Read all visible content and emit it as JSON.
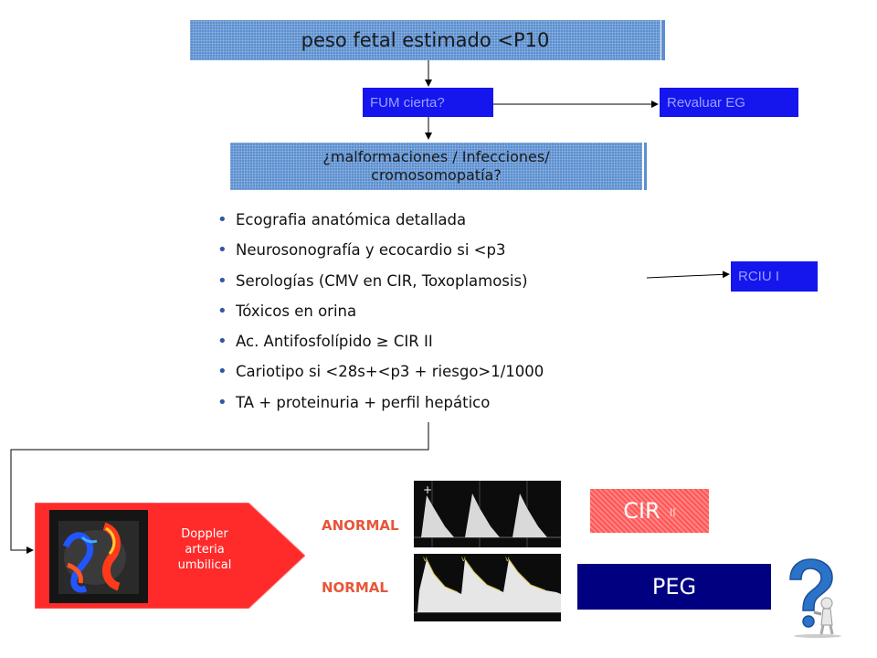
{
  "top_banner": {
    "text": "peso fetal estimado <P10"
  },
  "fum": {
    "text": "FUM cierta?"
  },
  "revaluar": {
    "text": "Revaluar EG"
  },
  "question": {
    "line1": "¿malformaciones / Infecciones/",
    "line2": "cromosomopatía?"
  },
  "bullets": [
    "Ecografia anatómica detallada",
    "Neurosonografía y ecocardio si <p3",
    "Serologías (CMV en CIR, Toxoplamosis)",
    "Tóxicos en orina",
    "Ac. Antifosfolípido ≥ CIR II",
    "Cariotipo si <28s+<p3 + riesgo>1/1000",
    "TA + proteinuria + perfil hepático"
  ],
  "rciu": {
    "text": "RCIU I"
  },
  "doppler": {
    "line1": "Doppler",
    "line2": "arteria",
    "line3": "umbilical"
  },
  "results": {
    "anormal": "ANORMAL",
    "normal": "NORMAL"
  },
  "outcomes": {
    "cir": "CIR",
    "cir_suffix": "II",
    "peg": "PEG"
  },
  "colors": {
    "banner": "#5b8fd0",
    "box_blue": "#1515ee",
    "doppler_red": "#ff2a2a",
    "status_orange": "#e8563a",
    "cir_red": "#ff5555",
    "peg_navy": "#000080"
  },
  "icons": {
    "question_figure": "question-mark-figure-icon"
  }
}
